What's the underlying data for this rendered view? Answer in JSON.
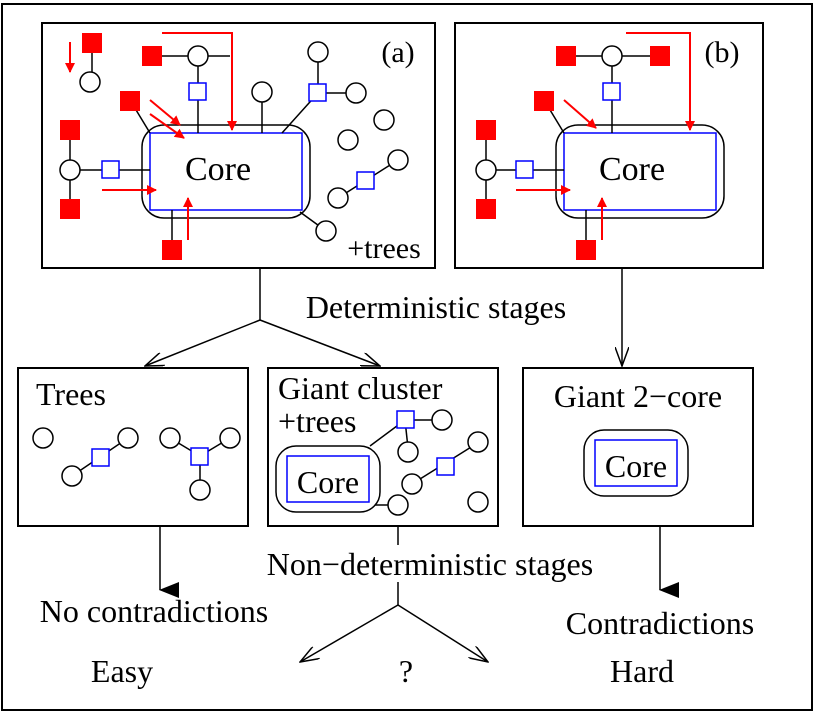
{
  "panel_a": {
    "label": "(a)",
    "core": "Core",
    "trees_label": "+trees"
  },
  "panel_b": {
    "label": "(b)",
    "core": "Core"
  },
  "stage_labels": {
    "deterministic": "Deterministic stages",
    "non_deterministic": "Non−deterministic stages"
  },
  "boxes": {
    "trees": {
      "title": "Trees"
    },
    "giant_cluster": {
      "title_line1": "Giant cluster",
      "title_line2": "+trees",
      "core": "Core"
    },
    "giant_2core": {
      "title": "Giant 2−core",
      "core": "Core"
    }
  },
  "outcomes": {
    "no_contradictions": "No contradictions",
    "easy": "Easy",
    "unknown": "?",
    "contradictions": "Contradictions",
    "hard": "Hard"
  },
  "colors": {
    "red": "#ff0000",
    "blue": "#0000ff",
    "black": "#000000"
  }
}
